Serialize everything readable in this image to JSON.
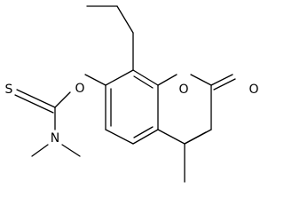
{
  "molecule": {
    "atoms": [
      {
        "id": "S",
        "label": "S"
      },
      {
        "id": "O_ether",
        "label": "O"
      },
      {
        "id": "O_ring",
        "label": "O"
      },
      {
        "id": "O_carbonyl",
        "label": "O"
      },
      {
        "id": "N",
        "label": "N"
      }
    ]
  }
}
